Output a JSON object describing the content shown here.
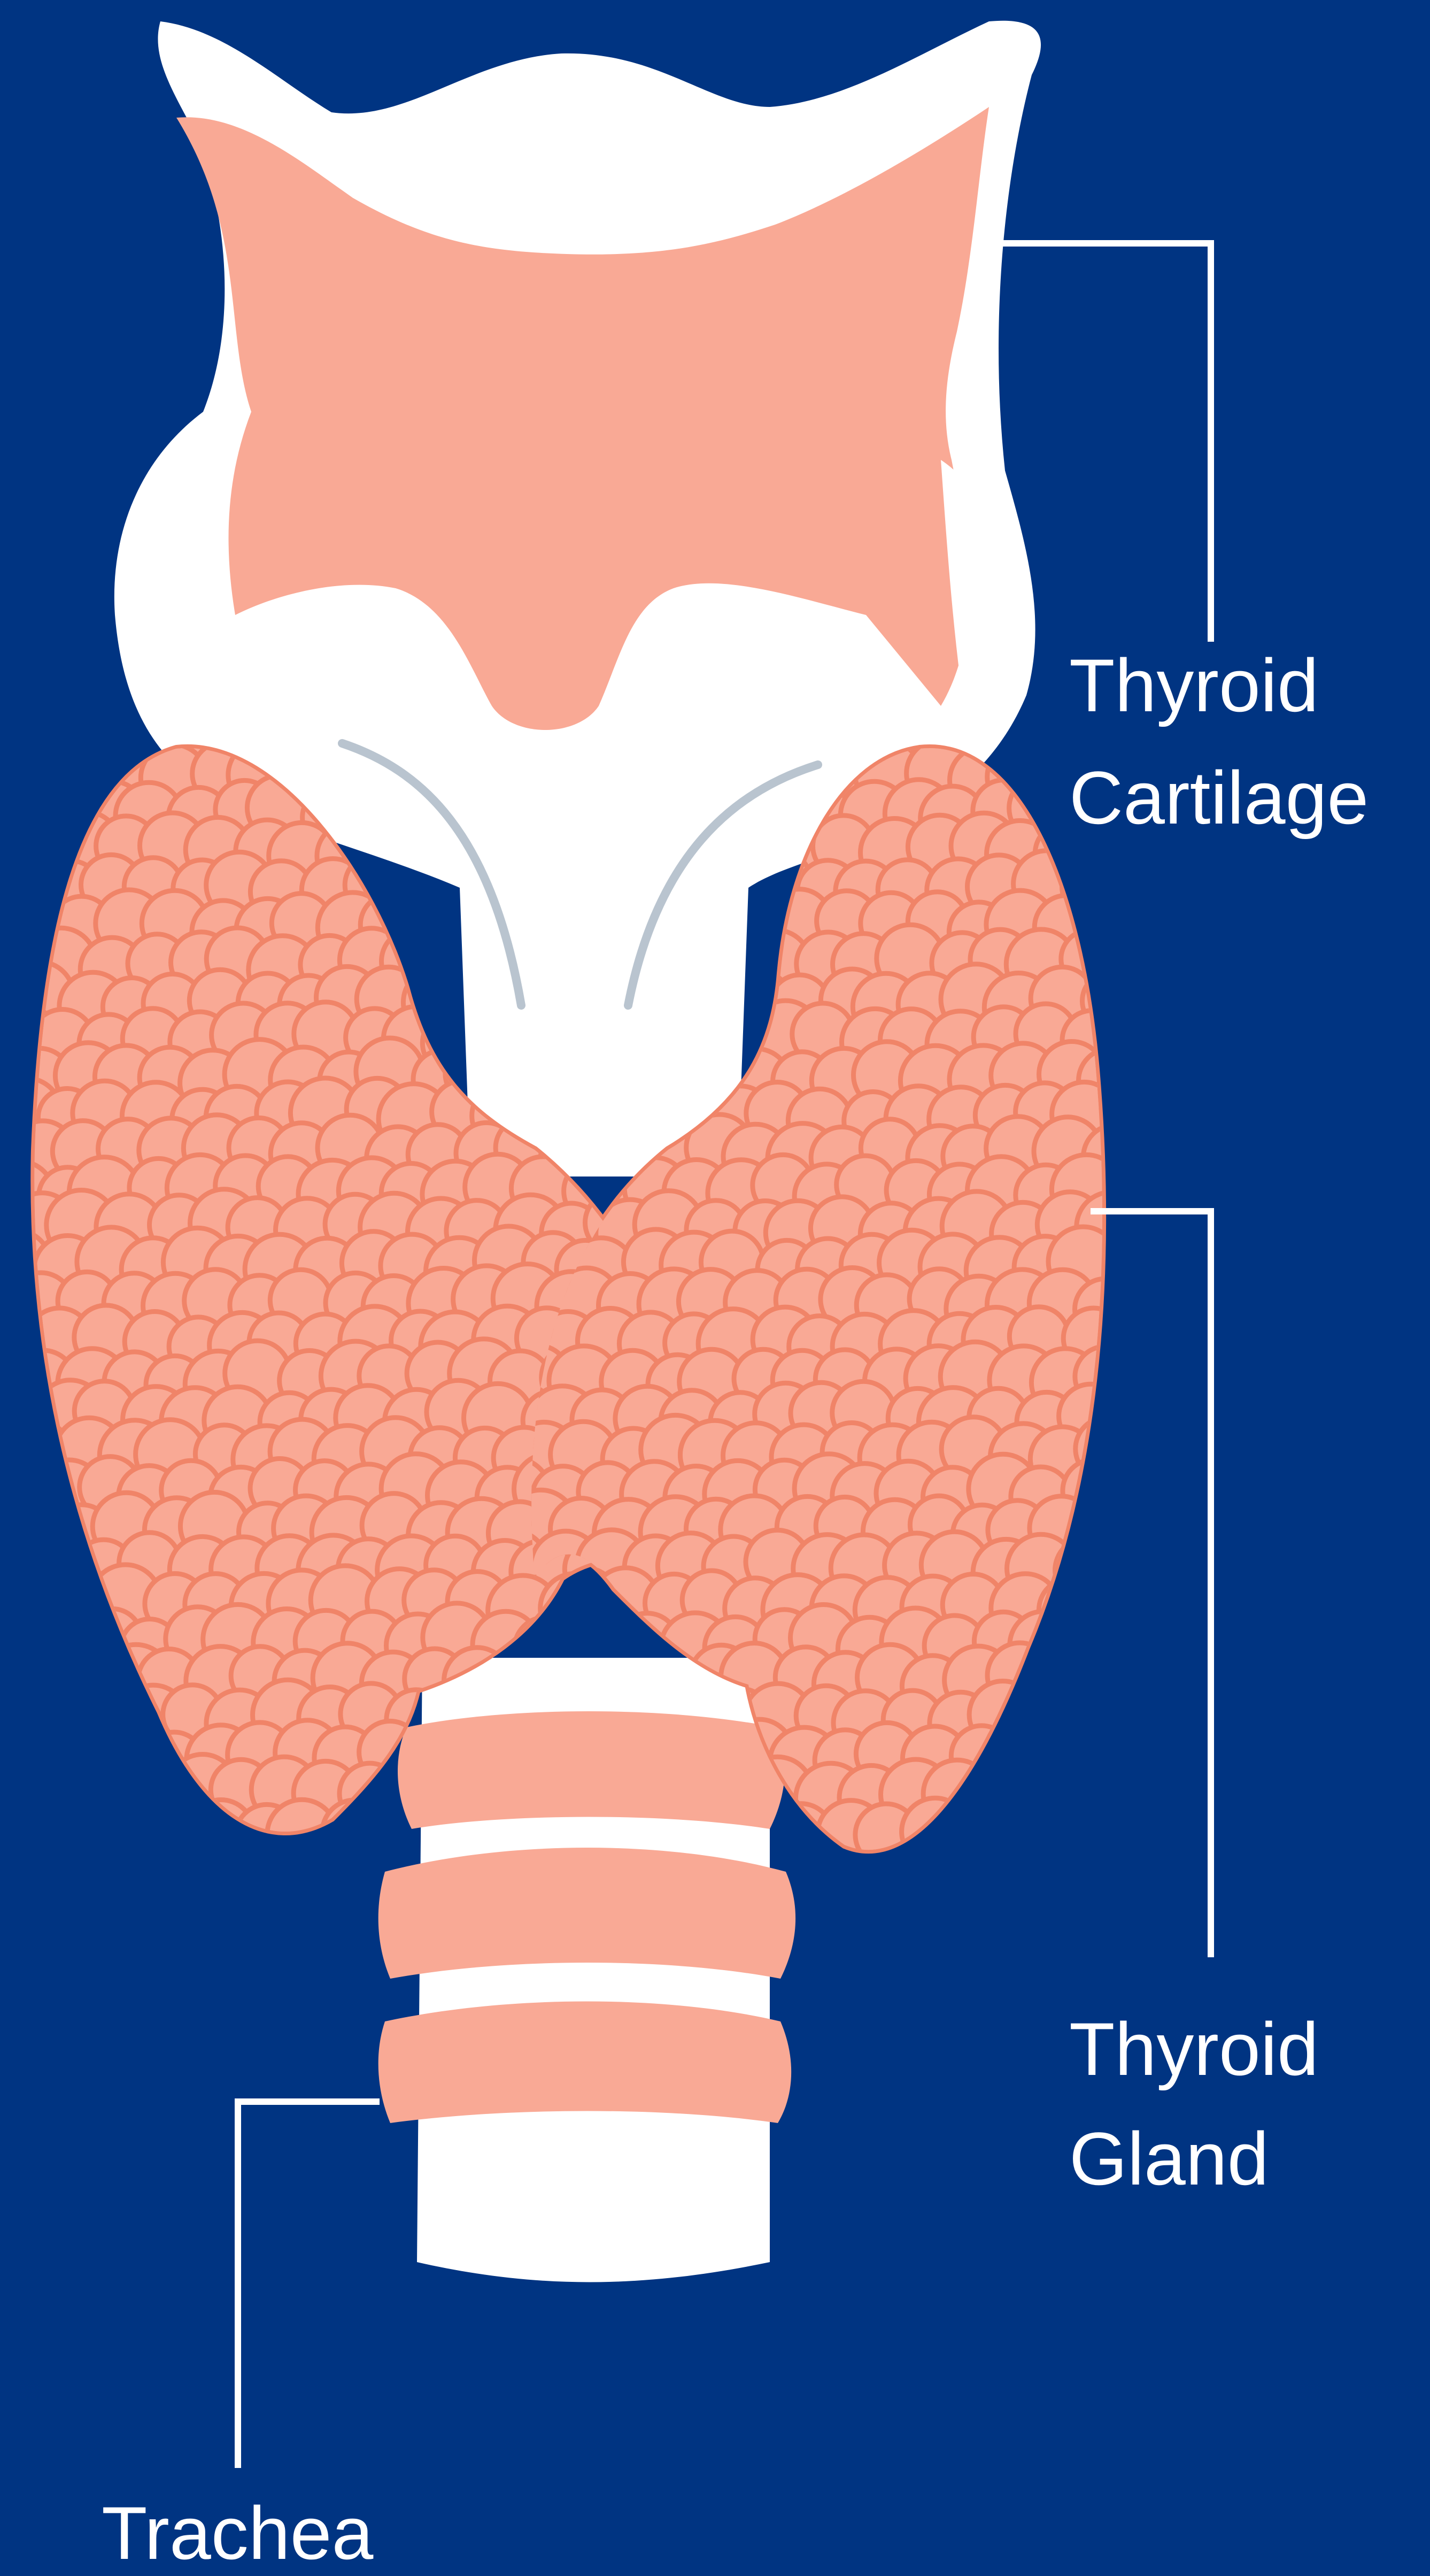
{
  "colors": {
    "background": "#003482",
    "structure": "#ffffff",
    "tissue": "#f9a995",
    "lobule_stroke": "#f08468",
    "ridge": "#b9c4cf",
    "leader_line": "#ffffff",
    "label_text": "#ffffff"
  },
  "labels": {
    "thyroid_cartilage": {
      "line1": "Thyroid",
      "line2": "Cartilage"
    },
    "thyroid_gland": {
      "line1": "Thyroid",
      "line2": "Gland"
    },
    "trachea": {
      "line1": "Trachea"
    }
  }
}
